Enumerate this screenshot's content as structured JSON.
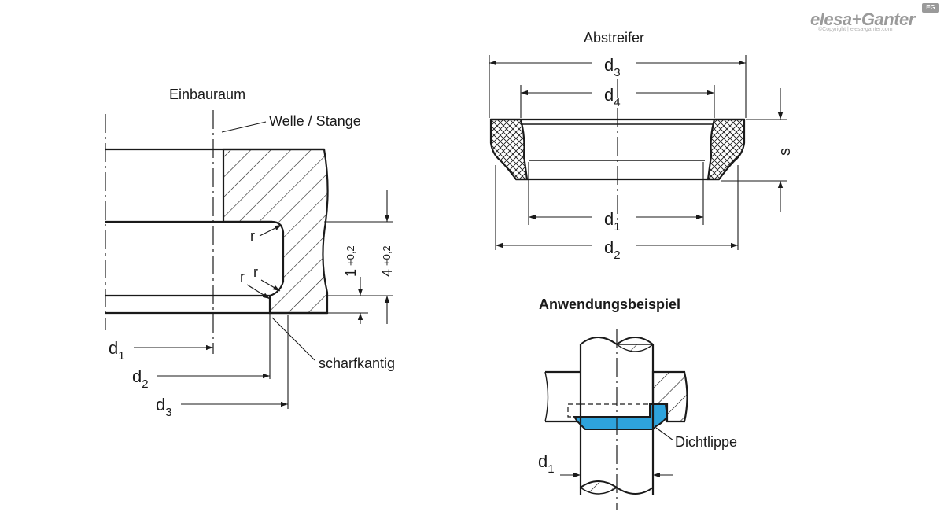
{
  "brand": {
    "logo_text": "elesa+Ganter",
    "badge": "EG",
    "copyright": "©Copyright | elesa-ganter.com"
  },
  "left_view": {
    "title": "Einbauraum",
    "shaft_label": "Welle / Stange",
    "sharp_edge_label": "scharfkantig",
    "radius_label": "r",
    "dim_small_main": "1",
    "dim_small_tol": "+0,2",
    "dim_large_main": "4",
    "dim_large_tol": "+0,2",
    "d1": {
      "base": "d",
      "sub": "1"
    },
    "d2": {
      "base": "d",
      "sub": "2"
    },
    "d3": {
      "base": "d",
      "sub": "3"
    }
  },
  "right_view": {
    "title": "Abstreifer",
    "d3": {
      "base": "d",
      "sub": "3"
    },
    "d4": {
      "base": "d",
      "sub": "4"
    },
    "d1": {
      "base": "d",
      "sub": "1"
    },
    "d2": {
      "base": "d",
      "sub": "2"
    },
    "s_label": "s"
  },
  "example": {
    "title": "Anwendungsbeispiel",
    "lip_label": "Dichtlippe",
    "d1": {
      "base": "d",
      "sub": "1"
    }
  },
  "colors": {
    "line": "#1a1a1a",
    "seal_fill": "#2ea3dc",
    "logo_gray": "#9a9a9a"
  }
}
